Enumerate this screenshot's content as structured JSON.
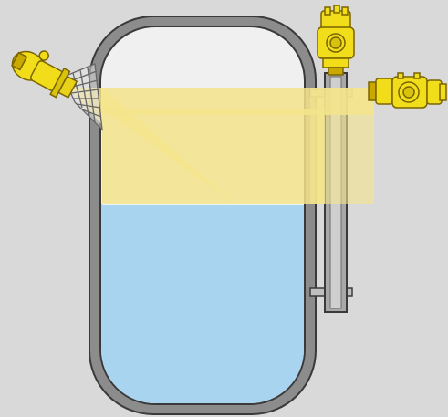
{
  "colors": {
    "background": "#d9d9d9",
    "tank_shell": "#8c8c8c",
    "tank_outline": "#3a3a3a",
    "tank_interior": "#f0f0f0",
    "liquid": "#a9d4f0",
    "beam": "#f3e48c",
    "sensor_yellow": "#f1dd1a",
    "sensor_gold": "#c9a800",
    "bypass_pipe": "#a8a8a8",
    "bracket_grid": "#666666"
  },
  "tank": {
    "fill_level_fraction": 0.57
  },
  "sensors": [
    {
      "type": "radar-sensor",
      "mount": "angled-top-left"
    },
    {
      "type": "level-transmitter",
      "mount": "top-of-bypass"
    },
    {
      "type": "laser-sensor",
      "mount": "right-horizontal"
    }
  ]
}
